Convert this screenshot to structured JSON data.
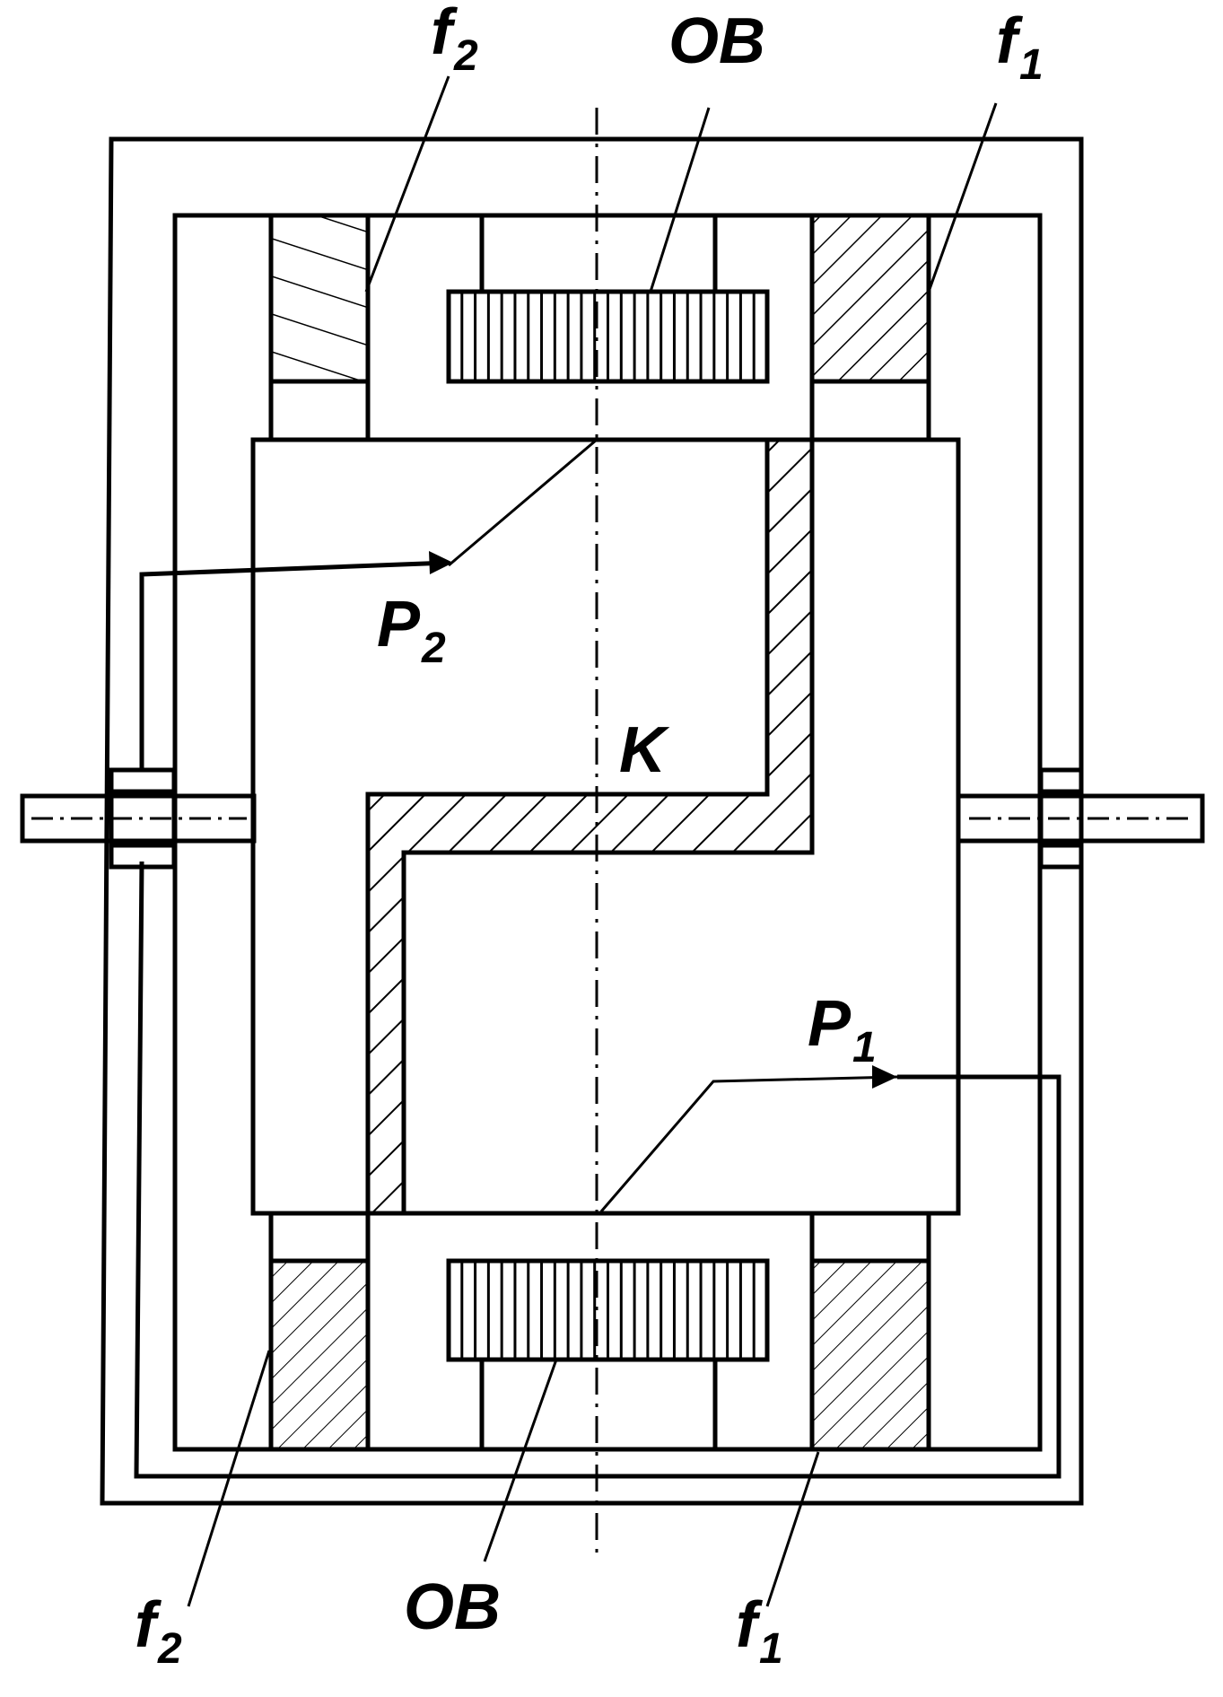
{
  "labels": {
    "f2_top": {
      "main": "f",
      "sub": "2"
    },
    "ob_top": {
      "main": "OB"
    },
    "f1_top": {
      "main": "f",
      "sub": "1"
    },
    "p2": {
      "main": "P",
      "sub": "2"
    },
    "k": {
      "main": "K"
    },
    "p1": {
      "main": "P",
      "sub": "1"
    },
    "f2_bottom": {
      "main": "f",
      "sub": "2"
    },
    "ob_bottom": {
      "main": "OB"
    },
    "f1_bottom": {
      "main": "f",
      "sub": "1"
    }
  },
  "colors": {
    "line": "#000000",
    "background": "#ffffff"
  }
}
